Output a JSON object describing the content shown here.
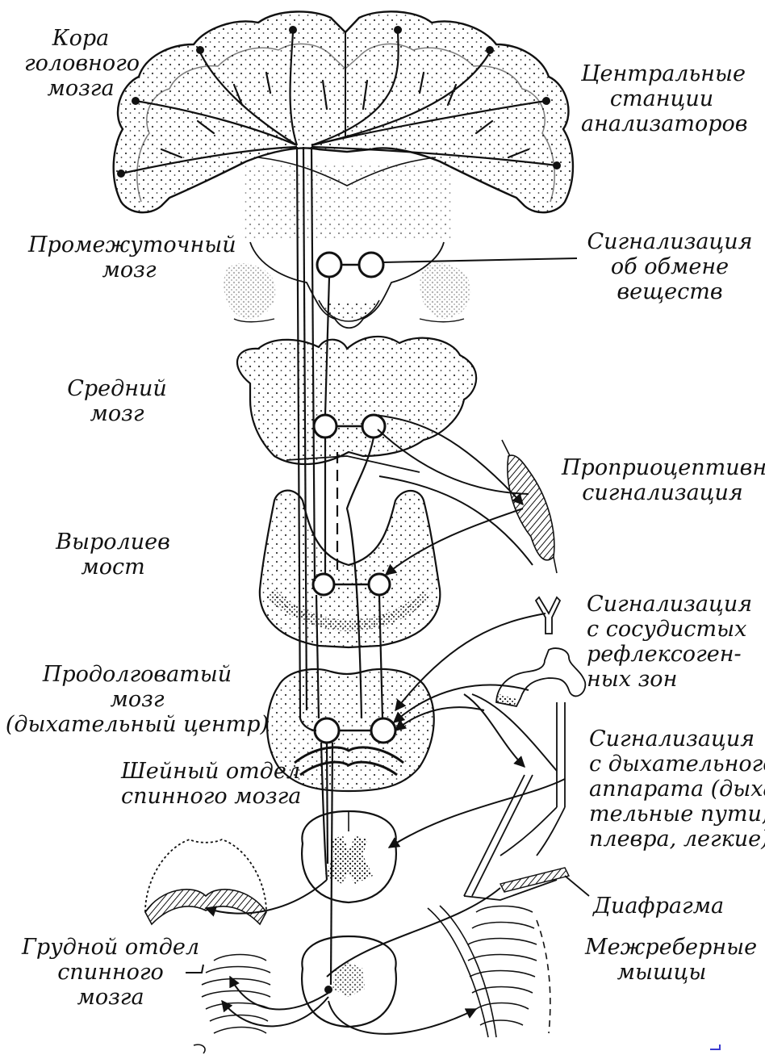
{
  "labels": {
    "cortex": "Кора\nголовного\nмозга",
    "central_stations": "Центральные\nстанции\nанализаторов",
    "diencephalon": "Промежуточный\nмозг",
    "metabolism_signal": "Сигнализация\nоб обмене\nвеществ",
    "midbrain": "Средний\nмозг",
    "proprioceptive": "Проприоцептивная\nсигнализация",
    "pons": "Выролиев\nмост",
    "vascular_signal": "Сигнализация\nс сосудистых\nрефлексоген-\nных зон",
    "medulla": "Продолговатый\nмозг\n(дыхательный центр)",
    "respiratory_signal": "Сигнализация\nс дыхательного\nаппарата (дыха-\nтельные пути,\nплевра, легкие)",
    "cervical": "Шейный отдел\nспинного мозга",
    "diaphragm": "Диафрагма",
    "thoracic": "Грудной отдел\nспинного\nмозга",
    "intercostal": "Межреберные\nмышцы"
  },
  "colors": {
    "ink": "#111111",
    "stipple": "#333333",
    "corner_mark": "#3a3ad0"
  }
}
